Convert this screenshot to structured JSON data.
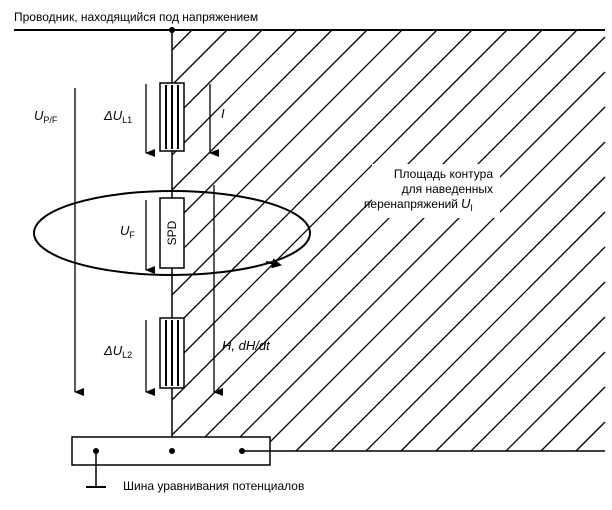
{
  "labels": {
    "top_conductor": "Проводник, находящийся под напряжением",
    "bus": "Шина уравнивания потенциалов",
    "loop_area_line1": "Площадь контура",
    "loop_area_line2": "для наведенных",
    "loop_area_line3": "перенапряжений",
    "spd": "SPD",
    "current": "I",
    "u_pf_main": "U",
    "u_pf_sub": "P/F",
    "du_l1_main": "ΔU",
    "du_l1_sub": "L1",
    "u_f_main": "U",
    "u_f_sub": "F",
    "du_l2_main": "ΔU",
    "du_l2_sub": "L2",
    "h_field": "H, dH/dt",
    "u_i_main": "U",
    "u_i_sub": "I"
  },
  "colors": {
    "ink": "#000000",
    "background": "#ffffff"
  }
}
